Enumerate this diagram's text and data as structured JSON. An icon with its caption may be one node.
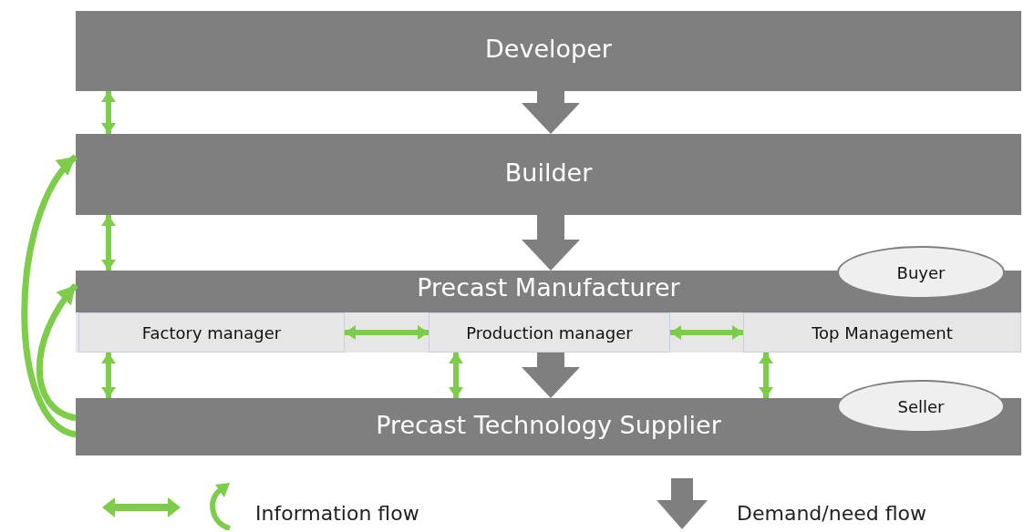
{
  "diagram": {
    "nodes": [
      {
        "text": [
          "Developer"
        ]
      },
      {
        "text": [
          "Builder"
        ]
      },
      {
        "text": [
          "Precast Manufacturer"
        ]
      },
      {
        "text": [
          "Factory manager"
        ],
        "in": 2
      },
      {
        "text": [
          "Production manager"
        ],
        "in": 2
      },
      {
        "text": [
          "Top Management"
        ],
        "in": 2
      },
      {
        "text": [
          "Buyer"
        ]
      },
      {
        "text": [
          "Precast Technology Supplier"
        ]
      },
      {
        "text": [
          "Seller"
        ]
      }
    ],
    "edges": [
      {
        "from": 0,
        "to": 1,
        "arrow": "to",
        "style": "thick",
        "color": "#7f7f7f"
      },
      {
        "from": 0,
        "to": 1,
        "arrow": "both"
      },
      {
        "from": 1,
        "to": 2,
        "arrow": "to",
        "style": "thick",
        "color": "#7f7f7f"
      },
      {
        "from": 1,
        "to": 2,
        "arrow": "both"
      },
      {
        "from": 2,
        "to": 7,
        "arrow": "to",
        "style": "thick",
        "color": "#7f7f7f"
      },
      {
        "from": 3,
        "to": 4,
        "arrow": "both"
      },
      {
        "from": 4,
        "to": 5,
        "arrow": "both"
      },
      {
        "from": 3,
        "to": 7,
        "arrow": "both"
      },
      {
        "from": 4,
        "to": 7,
        "arrow": "both"
      },
      {
        "from": 5,
        "to": 7,
        "arrow": "both"
      },
      {
        "from": 7,
        "to": 1,
        "arrow": "to"
      },
      {
        "from": 7,
        "to": 2,
        "arrow": "to"
      }
    ],
    "legend": [
      {
        "text": "Information flow"
      },
      {
        "text": "Demand/need flow"
      }
    ]
  }
}
